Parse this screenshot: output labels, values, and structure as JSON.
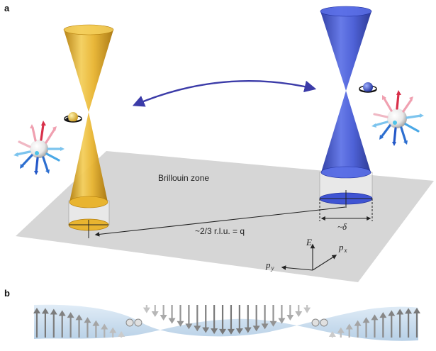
{
  "panels": {
    "a": {
      "label": "a"
    },
    "b": {
      "label": "b"
    }
  },
  "plane": {
    "label": "Brillouin zone"
  },
  "separation": {
    "label": "~2/3 r.l.u. = q"
  },
  "width": {
    "label": "~δ"
  },
  "axes": {
    "energy": "E",
    "px": {
      "base": "p",
      "sub": "x"
    },
    "py": {
      "base": "p",
      "sub": "y"
    }
  },
  "colors": {
    "gold": "#e8b430",
    "gold_dark": "#b57f0c",
    "blue": "#3f54d3",
    "blue_dark": "#2232a0",
    "plane": "#d4d4d4",
    "arrow": "#3b3ba8",
    "helix": "#b9d4ea"
  },
  "icons": {
    "spin_ball": "sphere-with-orbit-icon",
    "spin_cluster": "spin-arrows-sphere-icon",
    "helix": "spin-helix-arrows-icon"
  }
}
